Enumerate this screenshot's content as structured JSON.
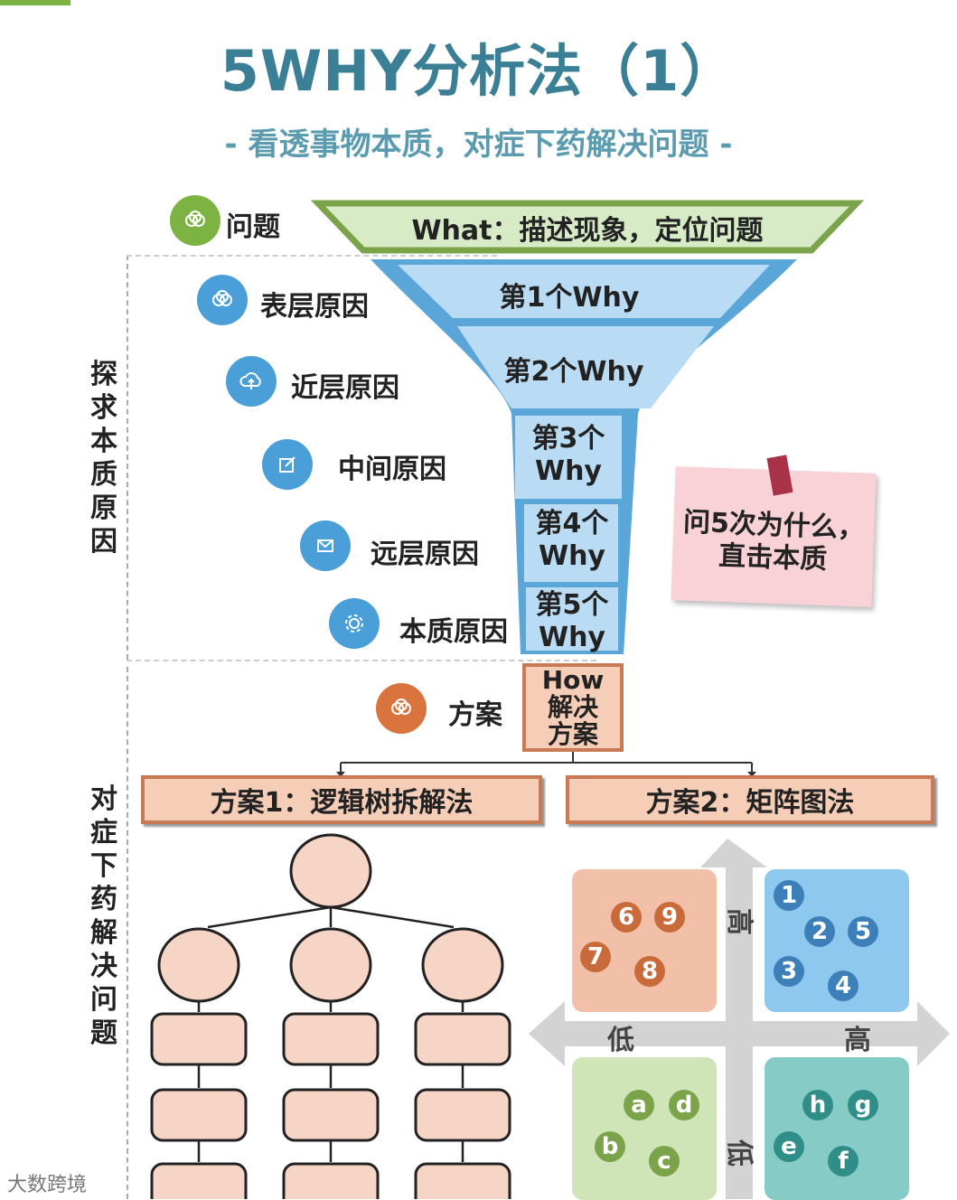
{
  "header": {
    "title": "5WHY分析法（1）",
    "subtitle": "- 看透事物本质，对症下药解决问题 -"
  },
  "sections": {
    "explore": "探求本质原因",
    "solve": "对症下药解决问题"
  },
  "levels": {
    "problem": "问题",
    "surface": "表层原因",
    "near": "近层原因",
    "middle": "中间原因",
    "far": "远层原因",
    "essence": "本质原因",
    "solution": "方案"
  },
  "funnel": {
    "what": "What：描述现象，定位问题",
    "why1": "第1个Why",
    "why2": "第2个Why",
    "why3_a": "第3个",
    "why3_b": "Why",
    "why4_a": "第4个",
    "why4_b": "Why",
    "why5_a": "第5个",
    "why5_b": "Why",
    "how_1": "How",
    "how_2": "解决",
    "how_3": "方案"
  },
  "note": {
    "line1": "问5次为什么，",
    "line2": "直击本质"
  },
  "solutions": {
    "plan1": "方案1：逻辑树拆解法",
    "plan2": "方案2：矩阵图法"
  },
  "matrix": {
    "high_v": "高",
    "low_v": "低",
    "low_h": "低",
    "high_h": "高",
    "tl": [
      "6",
      "9",
      "7",
      "8"
    ],
    "tr": [
      "1",
      "2",
      "5",
      "3",
      "4"
    ],
    "bl": [
      "a",
      "d",
      "b",
      "c"
    ],
    "br": [
      "h",
      "g",
      "e",
      "f"
    ]
  },
  "watermark": "大数跨境",
  "colors": {
    "title": "#3a7f95",
    "funnel_fill": "#b9dcf4",
    "funnel_stroke": "#5ba6d8",
    "what_fill": "#d7ebc6",
    "what_stroke": "#7aa34a",
    "solution_fill": "#f6cdb6",
    "solution_stroke": "#c87a55",
    "note": "#f8d2d6"
  },
  "icons": [
    "overlap-circles-icon",
    "cloud-upload-icon",
    "edit-icon",
    "mail-icon",
    "gear-icon"
  ]
}
